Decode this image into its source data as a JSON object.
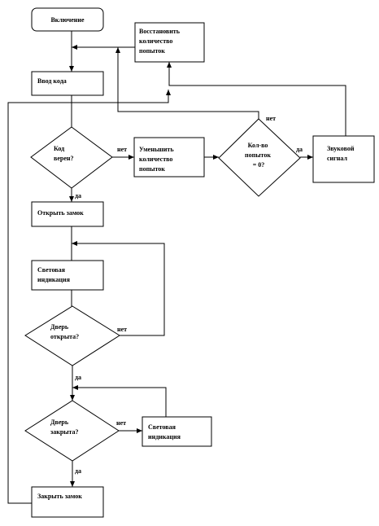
{
  "nodes": {
    "start": "Включение",
    "restore": [
      "Восстановить",
      "количество",
      "попыток"
    ],
    "enter_code": "Ввод кода",
    "code_ok": [
      "Код",
      "верен?"
    ],
    "decrease": [
      "Уменьшить",
      "количество",
      "попыток"
    ],
    "attempts_zero": [
      "Кол-во",
      "попыток",
      "= 0?"
    ],
    "sound": [
      "Звуковой",
      "сигнал"
    ],
    "open_lock": "Открыть замок",
    "light1": [
      "Световая",
      "индикация"
    ],
    "door_open": [
      "Дверь",
      "открыта?"
    ],
    "door_closed": [
      "Дверь",
      "закрыта?"
    ],
    "light2": [
      "Световая",
      "индикация"
    ],
    "close_lock": "Закрыть замок"
  },
  "edge_labels": {
    "code_no": "нет",
    "code_yes": "да",
    "zero_no": "нет",
    "zero_yes": "да",
    "open_no": "нет",
    "open_yes": "да",
    "closed_no": "нет",
    "closed_yes": "да"
  }
}
